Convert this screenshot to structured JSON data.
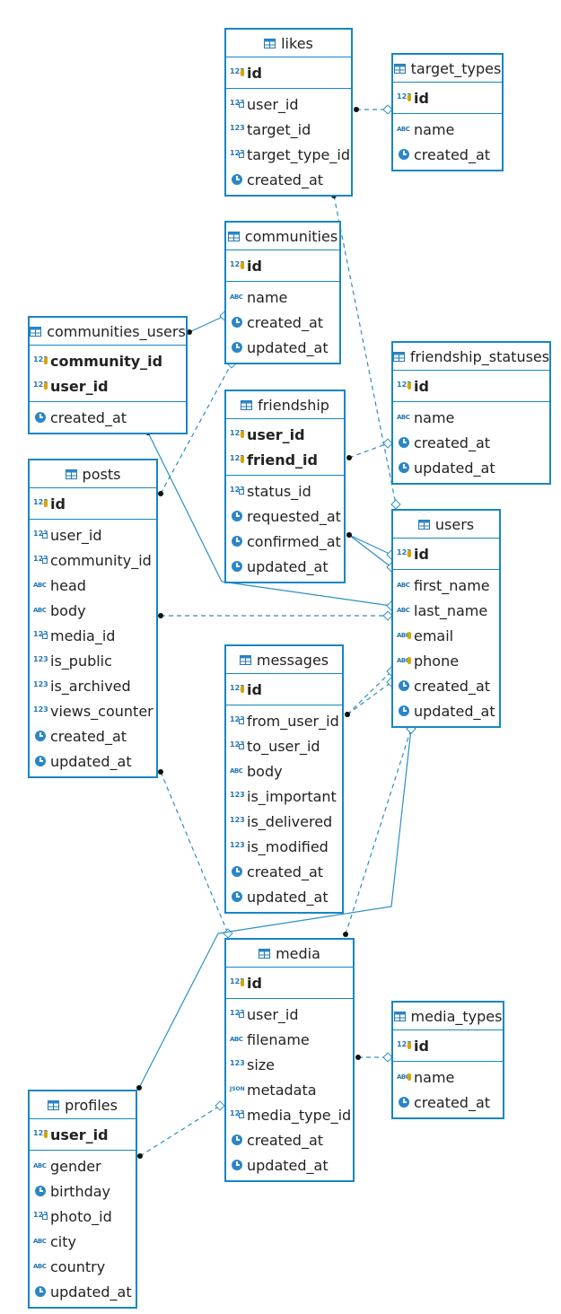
{
  "tables": [
    {
      "id": "likes",
      "name": "likes",
      "pk": [
        {
          "name": "id",
          "type": "num-key"
        }
      ],
      "cols": [
        {
          "name": "user_id",
          "type": "num-fk"
        },
        {
          "name": "target_id",
          "type": "num"
        },
        {
          "name": "target_type_id",
          "type": "num-fk"
        },
        {
          "name": "created_at",
          "type": "clock"
        }
      ]
    },
    {
      "id": "target_types",
      "name": "target_types",
      "pk": [
        {
          "name": "id",
          "type": "num-key"
        }
      ],
      "cols": [
        {
          "name": "name",
          "type": "text"
        },
        {
          "name": "created_at",
          "type": "clock"
        }
      ]
    },
    {
      "id": "communities",
      "name": "communities",
      "pk": [
        {
          "name": "id",
          "type": "num-key"
        }
      ],
      "cols": [
        {
          "name": "name",
          "type": "text"
        },
        {
          "name": "created_at",
          "type": "clock"
        },
        {
          "name": "updated_at",
          "type": "clock"
        }
      ]
    },
    {
      "id": "communities_users",
      "name": "communities_users",
      "pk": [
        {
          "name": "community_id",
          "type": "num-key"
        },
        {
          "name": "user_id",
          "type": "num-key"
        }
      ],
      "cols": [
        {
          "name": "created_at",
          "type": "clock"
        }
      ]
    },
    {
      "id": "friendship_statuses",
      "name": "friendship_statuses",
      "pk": [
        {
          "name": "id",
          "type": "num-key"
        }
      ],
      "cols": [
        {
          "name": "name",
          "type": "text"
        },
        {
          "name": "created_at",
          "type": "clock"
        },
        {
          "name": "updated_at",
          "type": "clock"
        }
      ]
    },
    {
      "id": "friendship",
      "name": "friendship",
      "pk": [
        {
          "name": "user_id",
          "type": "num-key"
        },
        {
          "name": "friend_id",
          "type": "num-key"
        }
      ],
      "cols": [
        {
          "name": "status_id",
          "type": "num-fk"
        },
        {
          "name": "requested_at",
          "type": "clock"
        },
        {
          "name": "confirmed_at",
          "type": "clock"
        },
        {
          "name": "updated_at",
          "type": "clock"
        }
      ]
    },
    {
      "id": "posts",
      "name": "posts",
      "pk": [
        {
          "name": "id",
          "type": "num-key"
        }
      ],
      "cols": [
        {
          "name": "user_id",
          "type": "num-fk"
        },
        {
          "name": "community_id",
          "type": "num-fk"
        },
        {
          "name": "head",
          "type": "text"
        },
        {
          "name": "body",
          "type": "text"
        },
        {
          "name": "media_id",
          "type": "num-fk"
        },
        {
          "name": "is_public",
          "type": "num"
        },
        {
          "name": "is_archived",
          "type": "num"
        },
        {
          "name": "views_counter",
          "type": "num"
        },
        {
          "name": "created_at",
          "type": "clock"
        },
        {
          "name": "updated_at",
          "type": "clock"
        }
      ]
    },
    {
      "id": "users",
      "name": "users",
      "pk": [
        {
          "name": "id",
          "type": "num-key"
        }
      ],
      "cols": [
        {
          "name": "first_name",
          "type": "text"
        },
        {
          "name": "last_name",
          "type": "text"
        },
        {
          "name": "email",
          "type": "text-key"
        },
        {
          "name": "phone",
          "type": "text-key"
        },
        {
          "name": "created_at",
          "type": "clock"
        },
        {
          "name": "updated_at",
          "type": "clock"
        }
      ]
    },
    {
      "id": "messages",
      "name": "messages",
      "pk": [
        {
          "name": "id",
          "type": "num-key"
        }
      ],
      "cols": [
        {
          "name": "from_user_id",
          "type": "num-fk"
        },
        {
          "name": "to_user_id",
          "type": "num-fk"
        },
        {
          "name": "body",
          "type": "text"
        },
        {
          "name": "is_important",
          "type": "num"
        },
        {
          "name": "is_delivered",
          "type": "num"
        },
        {
          "name": "is_modified",
          "type": "num"
        },
        {
          "name": "created_at",
          "type": "clock"
        },
        {
          "name": "updated_at",
          "type": "clock"
        }
      ]
    },
    {
      "id": "media",
      "name": "media",
      "pk": [
        {
          "name": "id",
          "type": "num-key"
        }
      ],
      "cols": [
        {
          "name": "user_id",
          "type": "num-fk"
        },
        {
          "name": "filename",
          "type": "text"
        },
        {
          "name": "size",
          "type": "num"
        },
        {
          "name": "metadata",
          "type": "json"
        },
        {
          "name": "media_type_id",
          "type": "num-fk"
        },
        {
          "name": "created_at",
          "type": "clock"
        },
        {
          "name": "updated_at",
          "type": "clock"
        }
      ]
    },
    {
      "id": "media_types",
      "name": "media_types",
      "pk": [
        {
          "name": "id",
          "type": "num-key"
        }
      ],
      "cols": [
        {
          "name": "name",
          "type": "text-key"
        },
        {
          "name": "created_at",
          "type": "clock"
        }
      ]
    },
    {
      "id": "profiles",
      "name": "profiles",
      "pk": [
        {
          "name": "user_id",
          "type": "num-key"
        }
      ],
      "cols": [
        {
          "name": "gender",
          "type": "text"
        },
        {
          "name": "birthday",
          "type": "clock"
        },
        {
          "name": "photo_id",
          "type": "num-fk"
        },
        {
          "name": "city",
          "type": "text"
        },
        {
          "name": "country",
          "type": "text"
        },
        {
          "name": "updated_at",
          "type": "clock"
        }
      ]
    }
  ],
  "relationships": [
    {
      "from": "likes",
      "to": "target_types",
      "style": "dashed"
    },
    {
      "from": "likes",
      "to": "users",
      "style": "dashed"
    },
    {
      "from": "communities_users",
      "to": "communities",
      "style": "solid"
    },
    {
      "from": "communities_users",
      "to": "users",
      "style": "solid"
    },
    {
      "from": "posts",
      "to": "communities",
      "style": "dashed"
    },
    {
      "from": "posts",
      "to": "users",
      "style": "dashed"
    },
    {
      "from": "posts",
      "to": "media",
      "style": "dashed"
    },
    {
      "from": "friendship",
      "to": "friendship_statuses",
      "style": "dashed"
    },
    {
      "from": "friendship",
      "to": "users",
      "style": "solid"
    },
    {
      "from": "messages",
      "to": "users",
      "style": "dashed"
    },
    {
      "from": "media",
      "to": "users",
      "style": "dashed"
    },
    {
      "from": "media",
      "to": "media_types",
      "style": "dashed"
    },
    {
      "from": "profiles",
      "to": "users",
      "style": "solid"
    },
    {
      "from": "profiles",
      "to": "media",
      "style": "dashed"
    }
  ],
  "colors": {
    "border": "#1786c4",
    "line": "#2b8fc7",
    "text": "#222222"
  }
}
